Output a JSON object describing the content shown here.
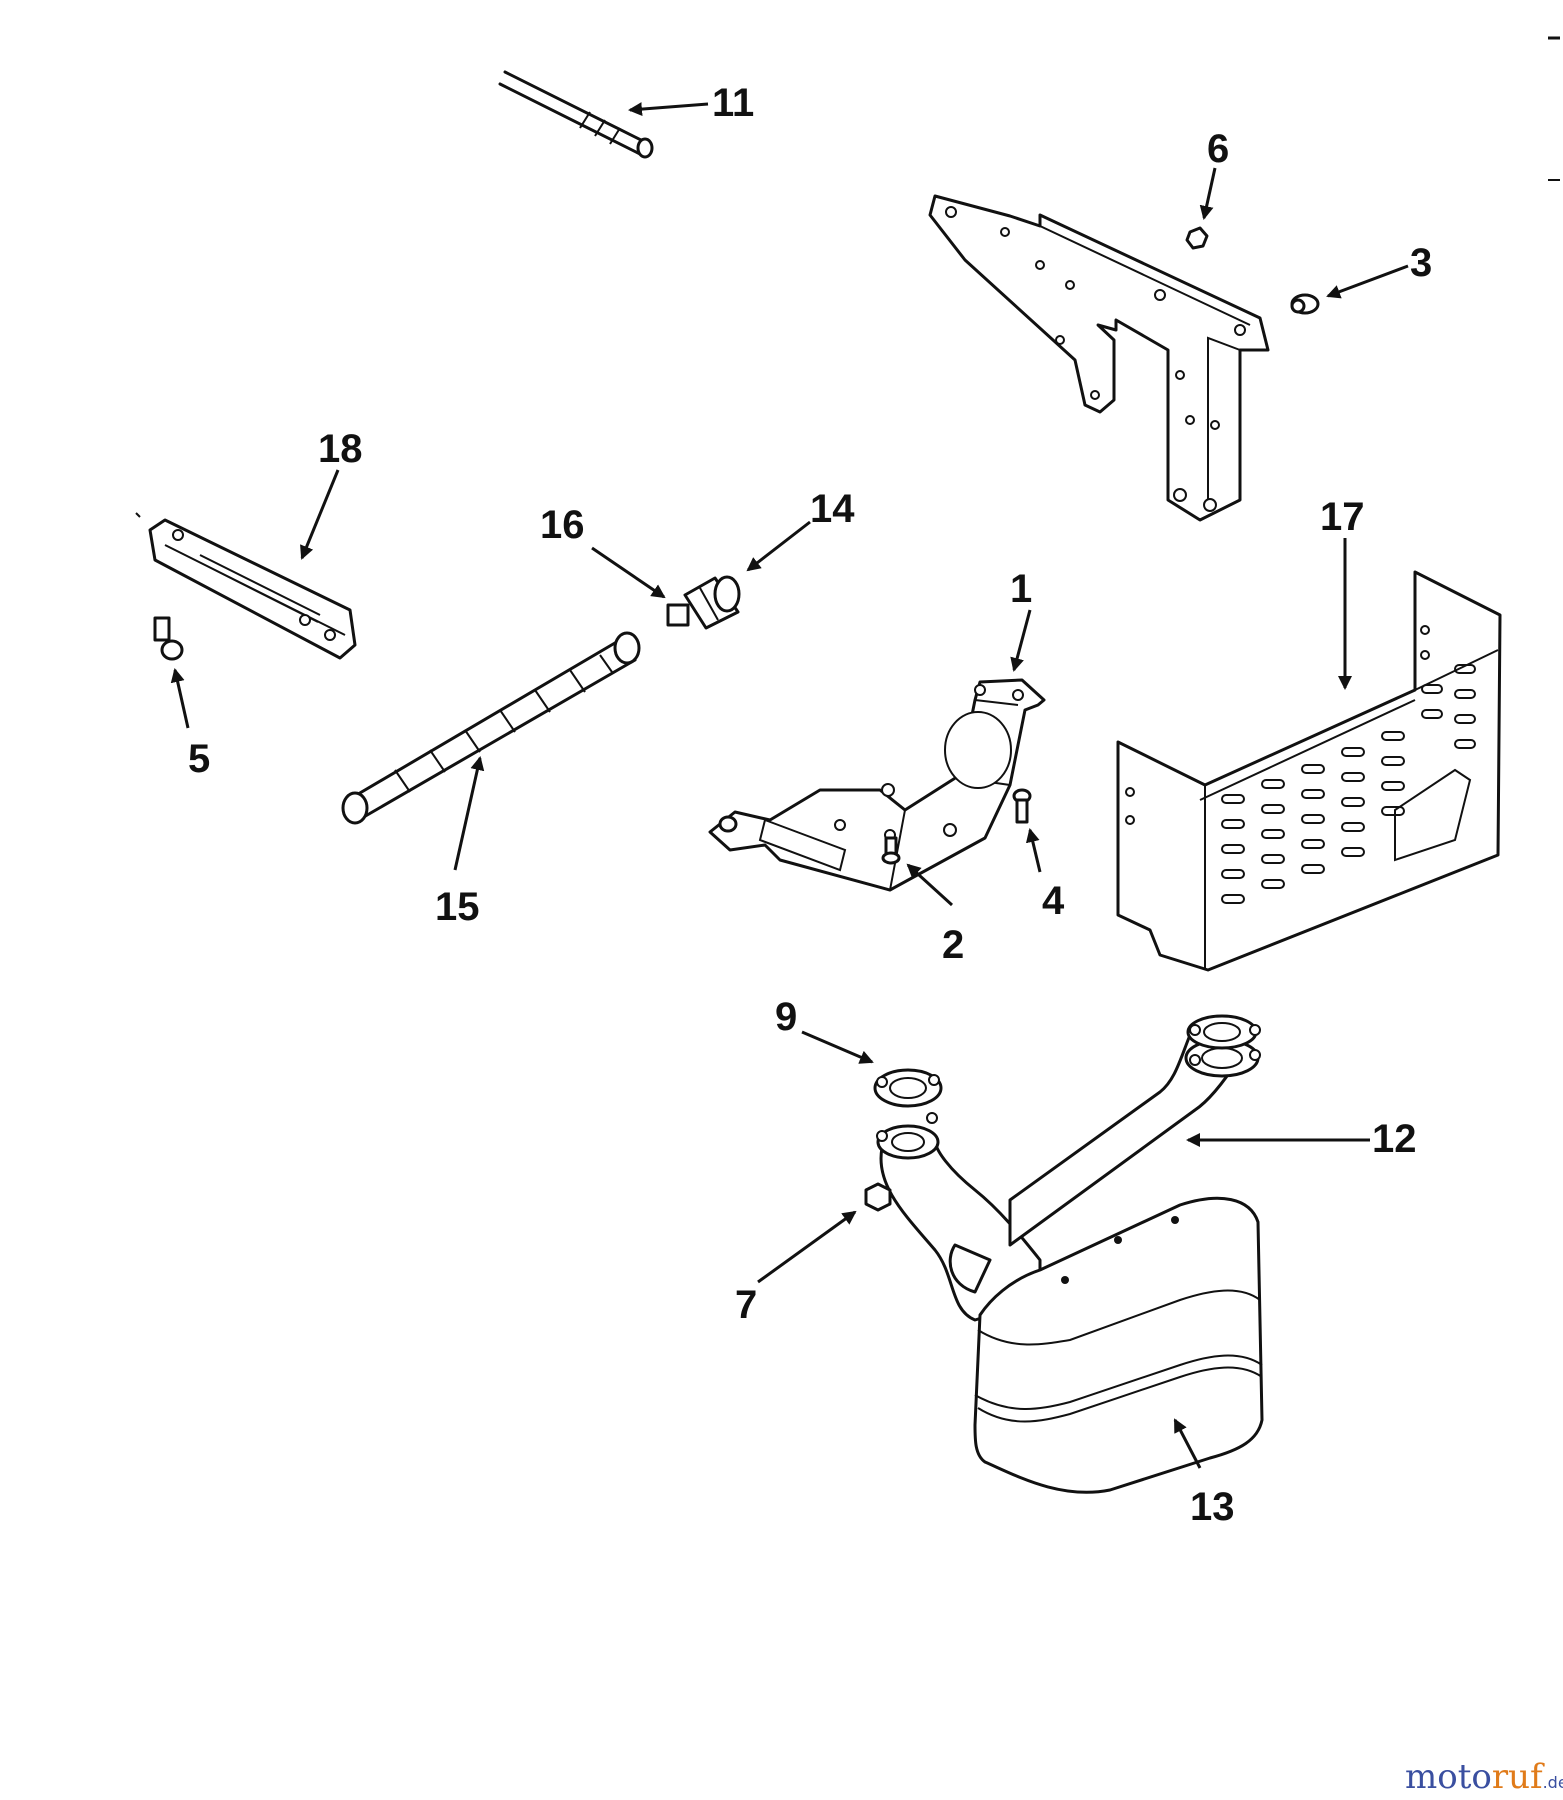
{
  "labels": {
    "p1": "1",
    "p2": "2",
    "p3": "3",
    "p4": "4",
    "p5": "5",
    "p6": "6",
    "p7": "7",
    "p9": "9",
    "p11": "11",
    "p12": "12",
    "p13": "13",
    "p14": "14",
    "p15": "15",
    "p16": "16",
    "p17": "17",
    "p18": "18"
  },
  "watermark": {
    "part1": "moto",
    "part2": "ruf",
    "suffix": ".de"
  },
  "colors": {
    "line": "#111111",
    "background": "#ffffff",
    "watermark_primary": "#3a4fa0",
    "watermark_accent": "#e07b1a"
  }
}
